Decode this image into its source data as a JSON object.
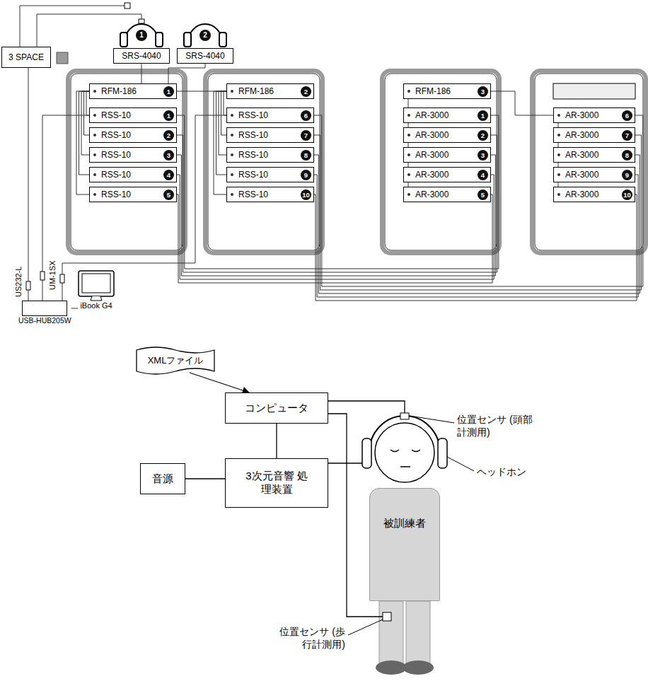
{
  "diagram": {
    "nodes": [
      {
        "text": [
          "3 SPACE"
        ]
      },
      {
        "text": [
          "SRS-4040"
        ]
      },
      {
        "text": [
          "SRS-4040"
        ]
      },
      {
        "text": [
          "RFM-186",
          "1"
        ]
      },
      {
        "text": [
          "RSS-10",
          "1"
        ]
      },
      {
        "text": [
          "RSS-10",
          "2"
        ]
      },
      {
        "text": [
          "RSS-10",
          "3"
        ]
      },
      {
        "text": [
          "RSS-10",
          "4"
        ]
      },
      {
        "text": [
          "RSS-10",
          "5"
        ]
      },
      {
        "text": [
          "RFM-186",
          "2"
        ]
      },
      {
        "text": [
          "RSS-10",
          "6"
        ]
      },
      {
        "text": [
          "RSS-10",
          "7"
        ]
      },
      {
        "text": [
          "RSS-10",
          "8"
        ]
      },
      {
        "text": [
          "RSS-10",
          "9"
        ]
      },
      {
        "text": [
          "RSS-10",
          "10"
        ]
      },
      {
        "text": [
          "RFM-186",
          "3"
        ]
      },
      {
        "text": [
          "AR-3000",
          "1"
        ]
      },
      {
        "text": [
          "AR-3000",
          "2"
        ]
      },
      {
        "text": [
          "AR-3000",
          "3"
        ]
      },
      {
        "text": [
          "AR-3000",
          "4"
        ]
      },
      {
        "text": [
          "AR-3000",
          "5"
        ]
      },
      {
        "text": [
          "AR-3000",
          "6"
        ]
      },
      {
        "text": [
          "AR-3000",
          "7"
        ]
      },
      {
        "text": [
          "AR-3000",
          "8"
        ]
      },
      {
        "text": [
          "AR-3000",
          "9"
        ]
      },
      {
        "text": [
          "AR-3000",
          "10"
        ]
      },
      {
        "text": [
          "USB-HUB205W"
        ]
      },
      {
        "text": [
          "iBook G4"
        ]
      },
      {
        "text": [
          "XMLファイル"
        ]
      },
      {
        "text": [
          "コンピュータ"
        ]
      },
      {
        "text": [
          "音源"
        ]
      },
      {
        "text": [
          "3次元音響 処理装置"
        ]
      },
      {
        "text": [
          "被訓練者"
        ]
      }
    ],
    "edges": [
      {
        "from": 0,
        "to": 26,
        "arrow": "none"
      },
      {
        "from": 1,
        "to": 3,
        "arrow": "none"
      },
      {
        "from": 2,
        "to": 3,
        "arrow": "none"
      },
      {
        "from": 3,
        "to": 9,
        "arrow": "none"
      },
      {
        "from": 3,
        "to": 4,
        "arrow": "none"
      },
      {
        "from": 3,
        "to": 5,
        "arrow": "none"
      },
      {
        "from": 3,
        "to": 6,
        "arrow": "none"
      },
      {
        "from": 3,
        "to": 7,
        "arrow": "none"
      },
      {
        "from": 3,
        "to": 8,
        "arrow": "none"
      },
      {
        "from": 9,
        "to": 10,
        "arrow": "none"
      },
      {
        "from": 9,
        "to": 11,
        "arrow": "none"
      },
      {
        "from": 9,
        "to": 12,
        "arrow": "none"
      },
      {
        "from": 9,
        "to": 13,
        "arrow": "none"
      },
      {
        "from": 9,
        "to": 14,
        "arrow": "none"
      },
      {
        "from": 4,
        "to": 16,
        "arrow": "none"
      },
      {
        "from": 5,
        "to": 17,
        "arrow": "none"
      },
      {
        "from": 6,
        "to": 18,
        "arrow": "none"
      },
      {
        "from": 7,
        "to": 19,
        "arrow": "none"
      },
      {
        "from": 8,
        "to": 20,
        "arrow": "none"
      },
      {
        "from": 10,
        "to": 21,
        "arrow": "none"
      },
      {
        "from": 11,
        "to": 22,
        "arrow": "none"
      },
      {
        "from": 12,
        "to": 23,
        "arrow": "none"
      },
      {
        "from": 13,
        "to": 24,
        "arrow": "none"
      },
      {
        "from": 14,
        "to": 25,
        "arrow": "none"
      },
      {
        "from": 26,
        "to": 27,
        "arrow": "none"
      },
      {
        "from": 26,
        "to": 4,
        "arrow": "none"
      },
      {
        "from": 26,
        "to": 10,
        "arrow": "none"
      },
      {
        "from": 15,
        "to": 21,
        "arrow": "none"
      },
      {
        "from": 28,
        "to": 29,
        "arrow": "to"
      },
      {
        "from": 29,
        "to": 31,
        "arrow": "none"
      },
      {
        "from": 30,
        "to": 31,
        "arrow": "none"
      }
    ],
    "labels": [
      "1",
      "2",
      "US232-L",
      "UM-1SX",
      "位置センサ (頭部計測用)",
      "ヘッドホン",
      "位置センサ (歩行計測用)"
    ]
  }
}
